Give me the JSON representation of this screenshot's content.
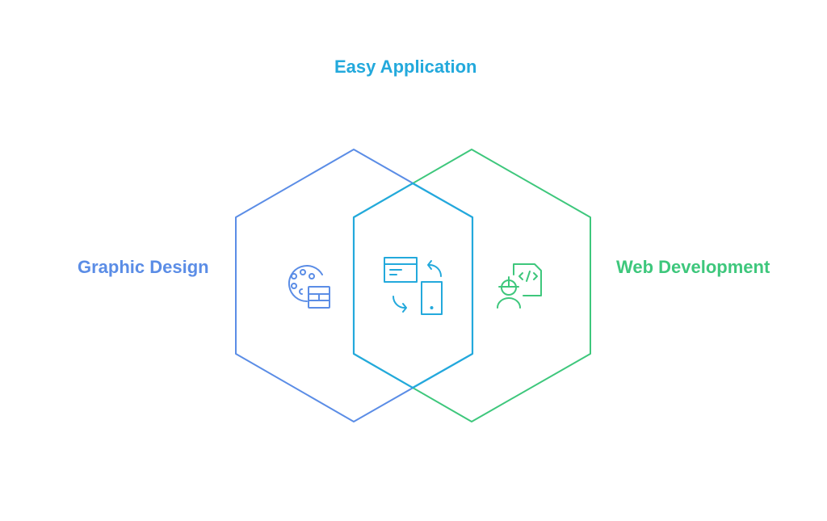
{
  "labels": {
    "top": "Easy Application",
    "left": "Graphic Design",
    "right": "Web Development"
  },
  "icons": {
    "left": "palette-layout-icon",
    "center": "desktop-mobile-sync-icon",
    "right": "developer-code-icon"
  },
  "colors": {
    "left": "#5b8de6",
    "center": "#23a9dc",
    "right": "#3ec77c"
  }
}
